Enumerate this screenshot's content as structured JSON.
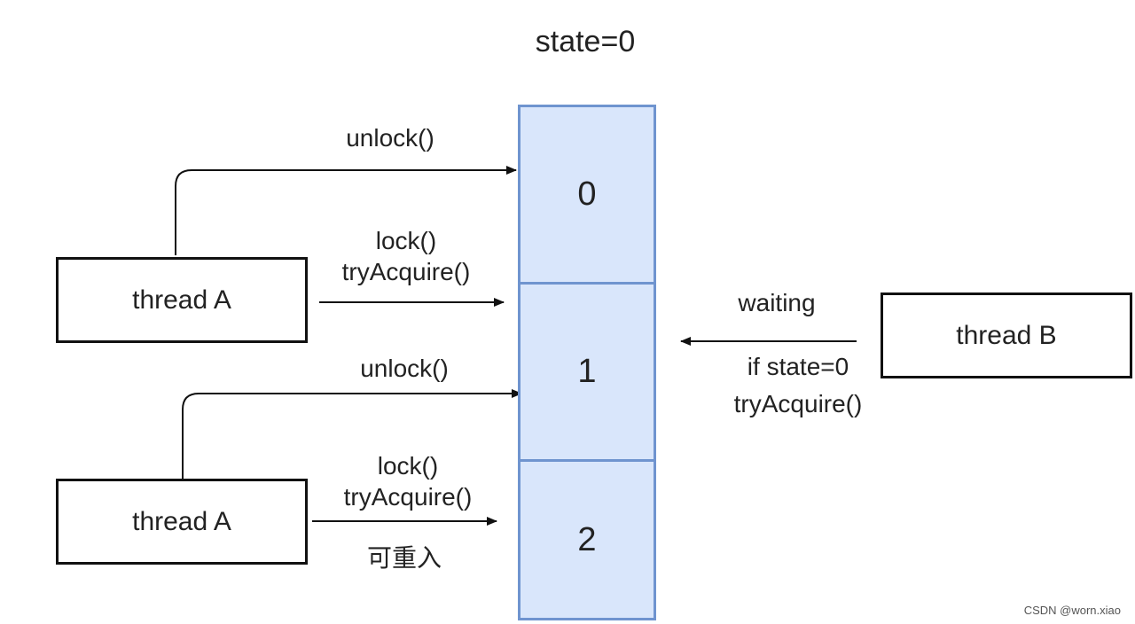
{
  "title": "state=0",
  "cells": [
    "0",
    "1",
    "2"
  ],
  "threads": {
    "top_a": "thread A",
    "bottom_a": "thread A",
    "b": "thread B"
  },
  "arrows": {
    "unlock_top": "unlock()",
    "lock_top": [
      "lock()",
      "tryAcquire()"
    ],
    "unlock_bottom": "unlock()",
    "lock_bottom": [
      "lock()",
      "tryAcquire()"
    ],
    "reentrant": "可重入",
    "waiting": "waiting",
    "if_state": "if state=0",
    "b_try": "tryAcquire()"
  },
  "watermark": "CSDN @worn.xiao"
}
